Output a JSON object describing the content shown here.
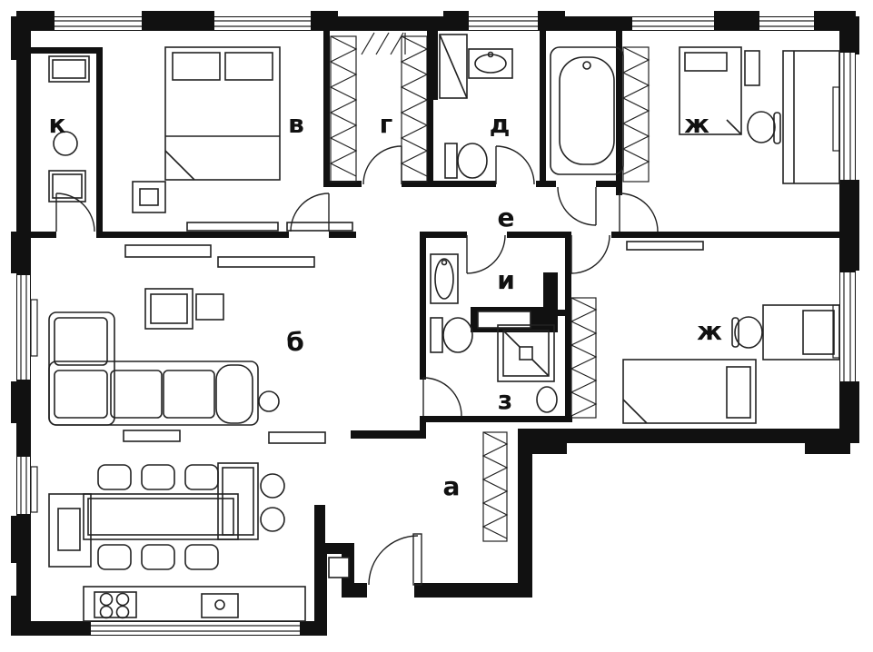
{
  "plan": {
    "background": "#ffffff",
    "wall_color": "#111111",
    "line_color": "#222222",
    "rooms": [
      {
        "id": "k",
        "label": "к"
      },
      {
        "id": "v",
        "label": "в"
      },
      {
        "id": "g",
        "label": "г"
      },
      {
        "id": "d",
        "label": "д"
      },
      {
        "id": "e",
        "label": "е"
      },
      {
        "id": "zh-top",
        "label": "ж"
      },
      {
        "id": "i",
        "label": "и"
      },
      {
        "id": "b",
        "label": "б"
      },
      {
        "id": "zh-bottom",
        "label": "ж"
      },
      {
        "id": "z",
        "label": "з"
      },
      {
        "id": "a",
        "label": "а"
      }
    ]
  }
}
